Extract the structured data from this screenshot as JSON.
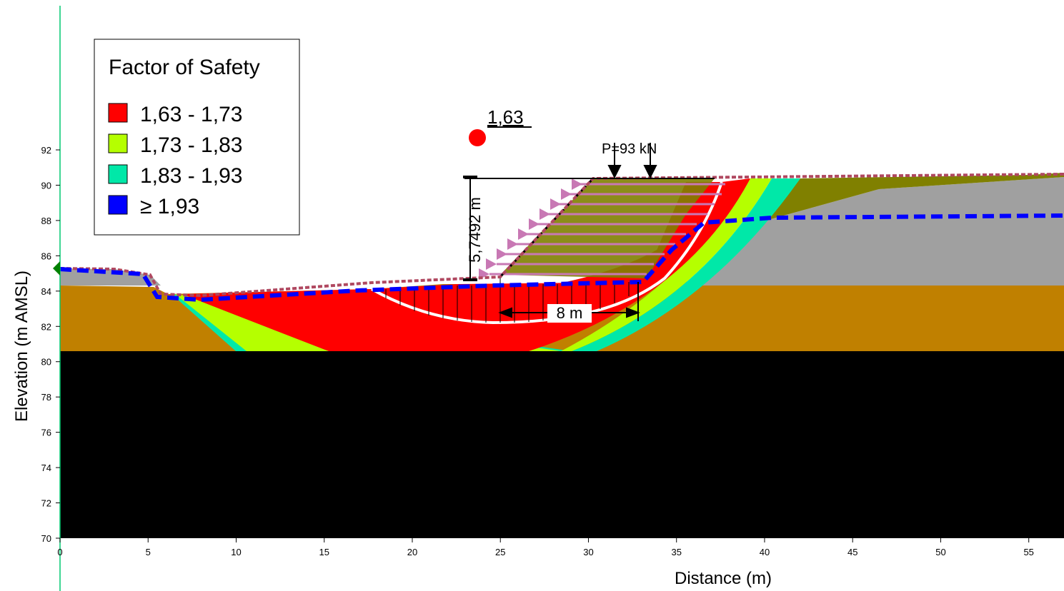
{
  "chart_data": {
    "type": "diagram",
    "xlabel": "Distance (m)",
    "ylabel": "Elevation (m AMSL)",
    "xlim": [
      0,
      57
    ],
    "ylim": [
      70,
      93
    ],
    "x_ticks": [
      0,
      5,
      10,
      15,
      20,
      25,
      30,
      35,
      40,
      45,
      50,
      55
    ],
    "y_ticks": [
      70,
      72,
      74,
      76,
      78,
      80,
      82,
      84,
      86,
      88,
      90,
      92
    ],
    "legend": {
      "title": "Factor of Safety",
      "entries": [
        {
          "label": "1,63 - 1,73",
          "color": "#ff0000"
        },
        {
          "label": "1,73 - 1,83",
          "color": "#b5ff00"
        },
        {
          "label": "1,83 - 1,93",
          "color": "#00e8a8"
        },
        {
          "label": "≥ 1,93",
          "color": "#0000ff"
        }
      ]
    },
    "critical_center": {
      "x": 23.8,
      "y": 92.6,
      "label": "1,63"
    },
    "load_label": "P=93 kN",
    "height_label": "5,7492 m",
    "width_label": "8 m"
  },
  "colors": {
    "bedrock": "#000000",
    "clay": "#c08000",
    "fill": "#a0a0a0",
    "dark_fill": "#808000",
    "water_table": "#0000ff",
    "load_arrows": "#c878b4",
    "ground_marker": "#b04860"
  }
}
